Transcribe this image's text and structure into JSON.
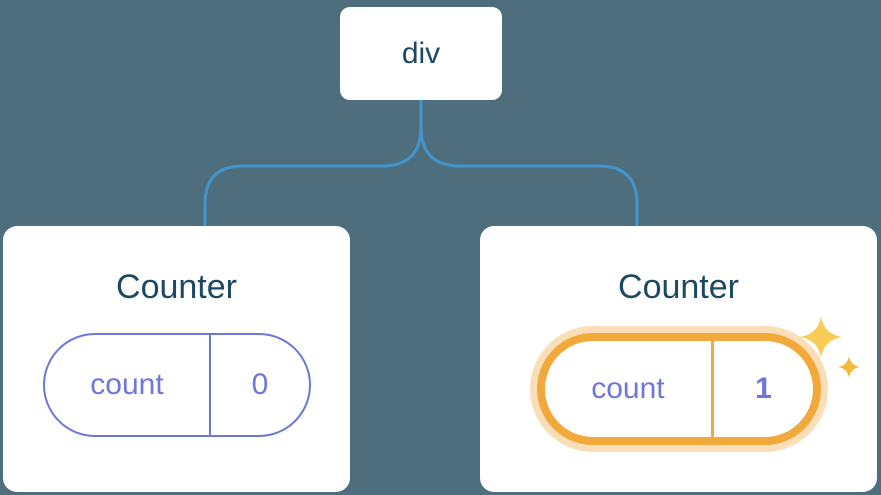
{
  "tree": {
    "root_label": "div",
    "children": [
      {
        "title": "Counter",
        "state_key": "count",
        "state_value": "0",
        "highlighted": false
      },
      {
        "title": "Counter",
        "state_key": "count",
        "state_value": "1",
        "highlighted": true
      }
    ]
  },
  "icons": {
    "sparkle": "✦"
  },
  "colors": {
    "background": "#4E6E7E",
    "connector": "#4494CB",
    "card_bg": "#FFFFFF",
    "node_text": "#1C4863",
    "state_purple": "#6F76D9",
    "highlight_orange": "#F2A93B",
    "highlight_glow": "#F5C27E8C",
    "sparkle_large": "#FACC55",
    "sparkle_small": "#F5B83D"
  }
}
